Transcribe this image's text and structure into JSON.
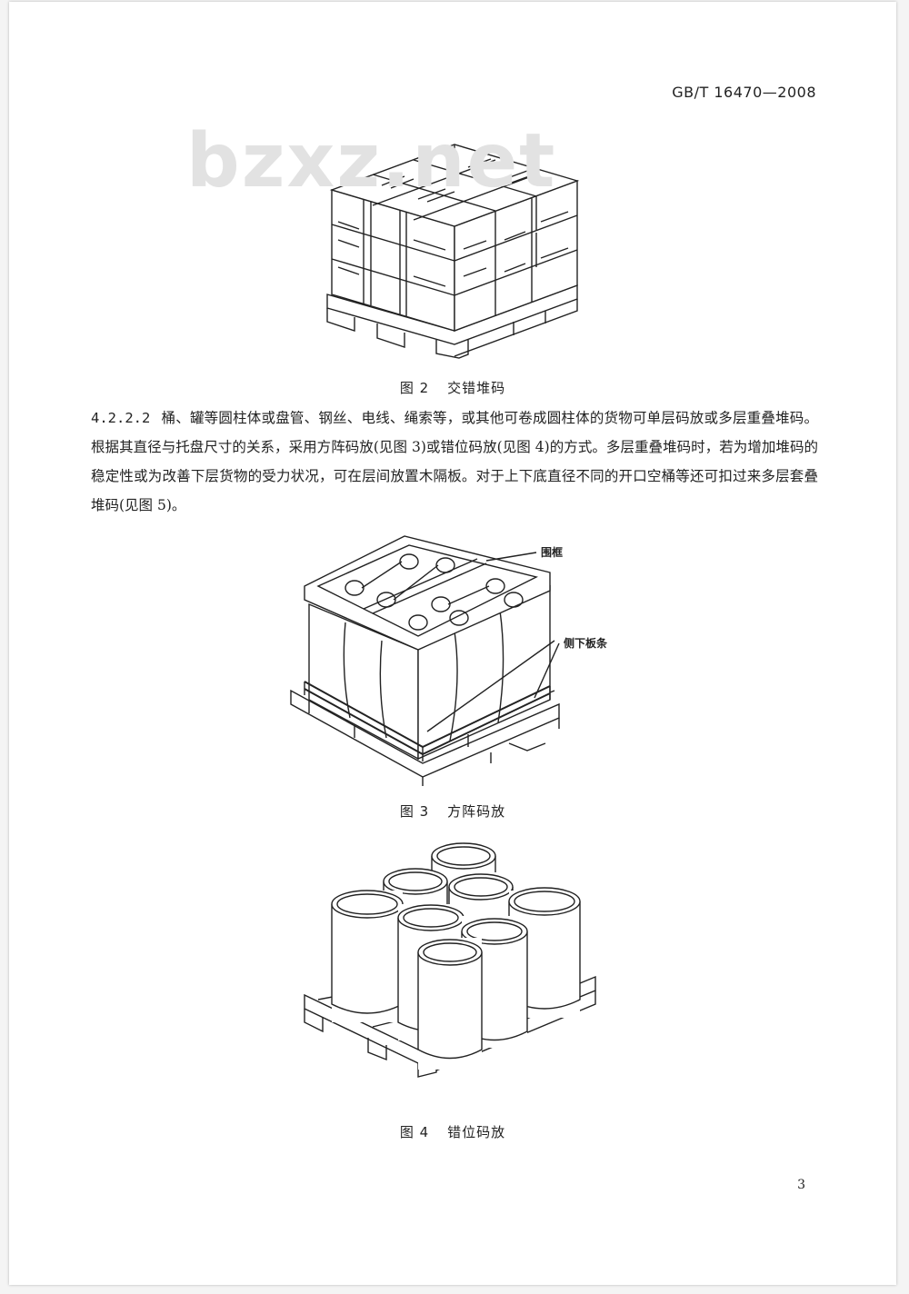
{
  "header": {
    "standard_code": "GB/T 16470—2008"
  },
  "watermark": "bzxz.net",
  "figure2": {
    "number": "图 2",
    "title": "交错堆码"
  },
  "section": {
    "clause": "4.2.2.2",
    "text": "桶、罐等圆柱体或盘管、钢丝、电线、绳索等，或其他可卷成圆柱体的货物可单层码放或多层重叠堆码。根据其直径与托盘尺寸的关系，采用方阵码放(见图 3)或错位码放(见图 4)的方式。多层重叠堆码时，若为增加堆码的稳定性或为改善下层货物的受力状况，可在层间放置木隔板。对于上下底直径不同的开口空桶等还可扣过来多层套叠堆码(见图 5)。"
  },
  "figure3": {
    "number": "图 3",
    "title": "方阵码放",
    "label_frame": "围框",
    "label_strip": "侧下板条"
  },
  "figure4": {
    "number": "图 4",
    "title": "错位码放"
  },
  "footer": {
    "page_number": "3"
  }
}
